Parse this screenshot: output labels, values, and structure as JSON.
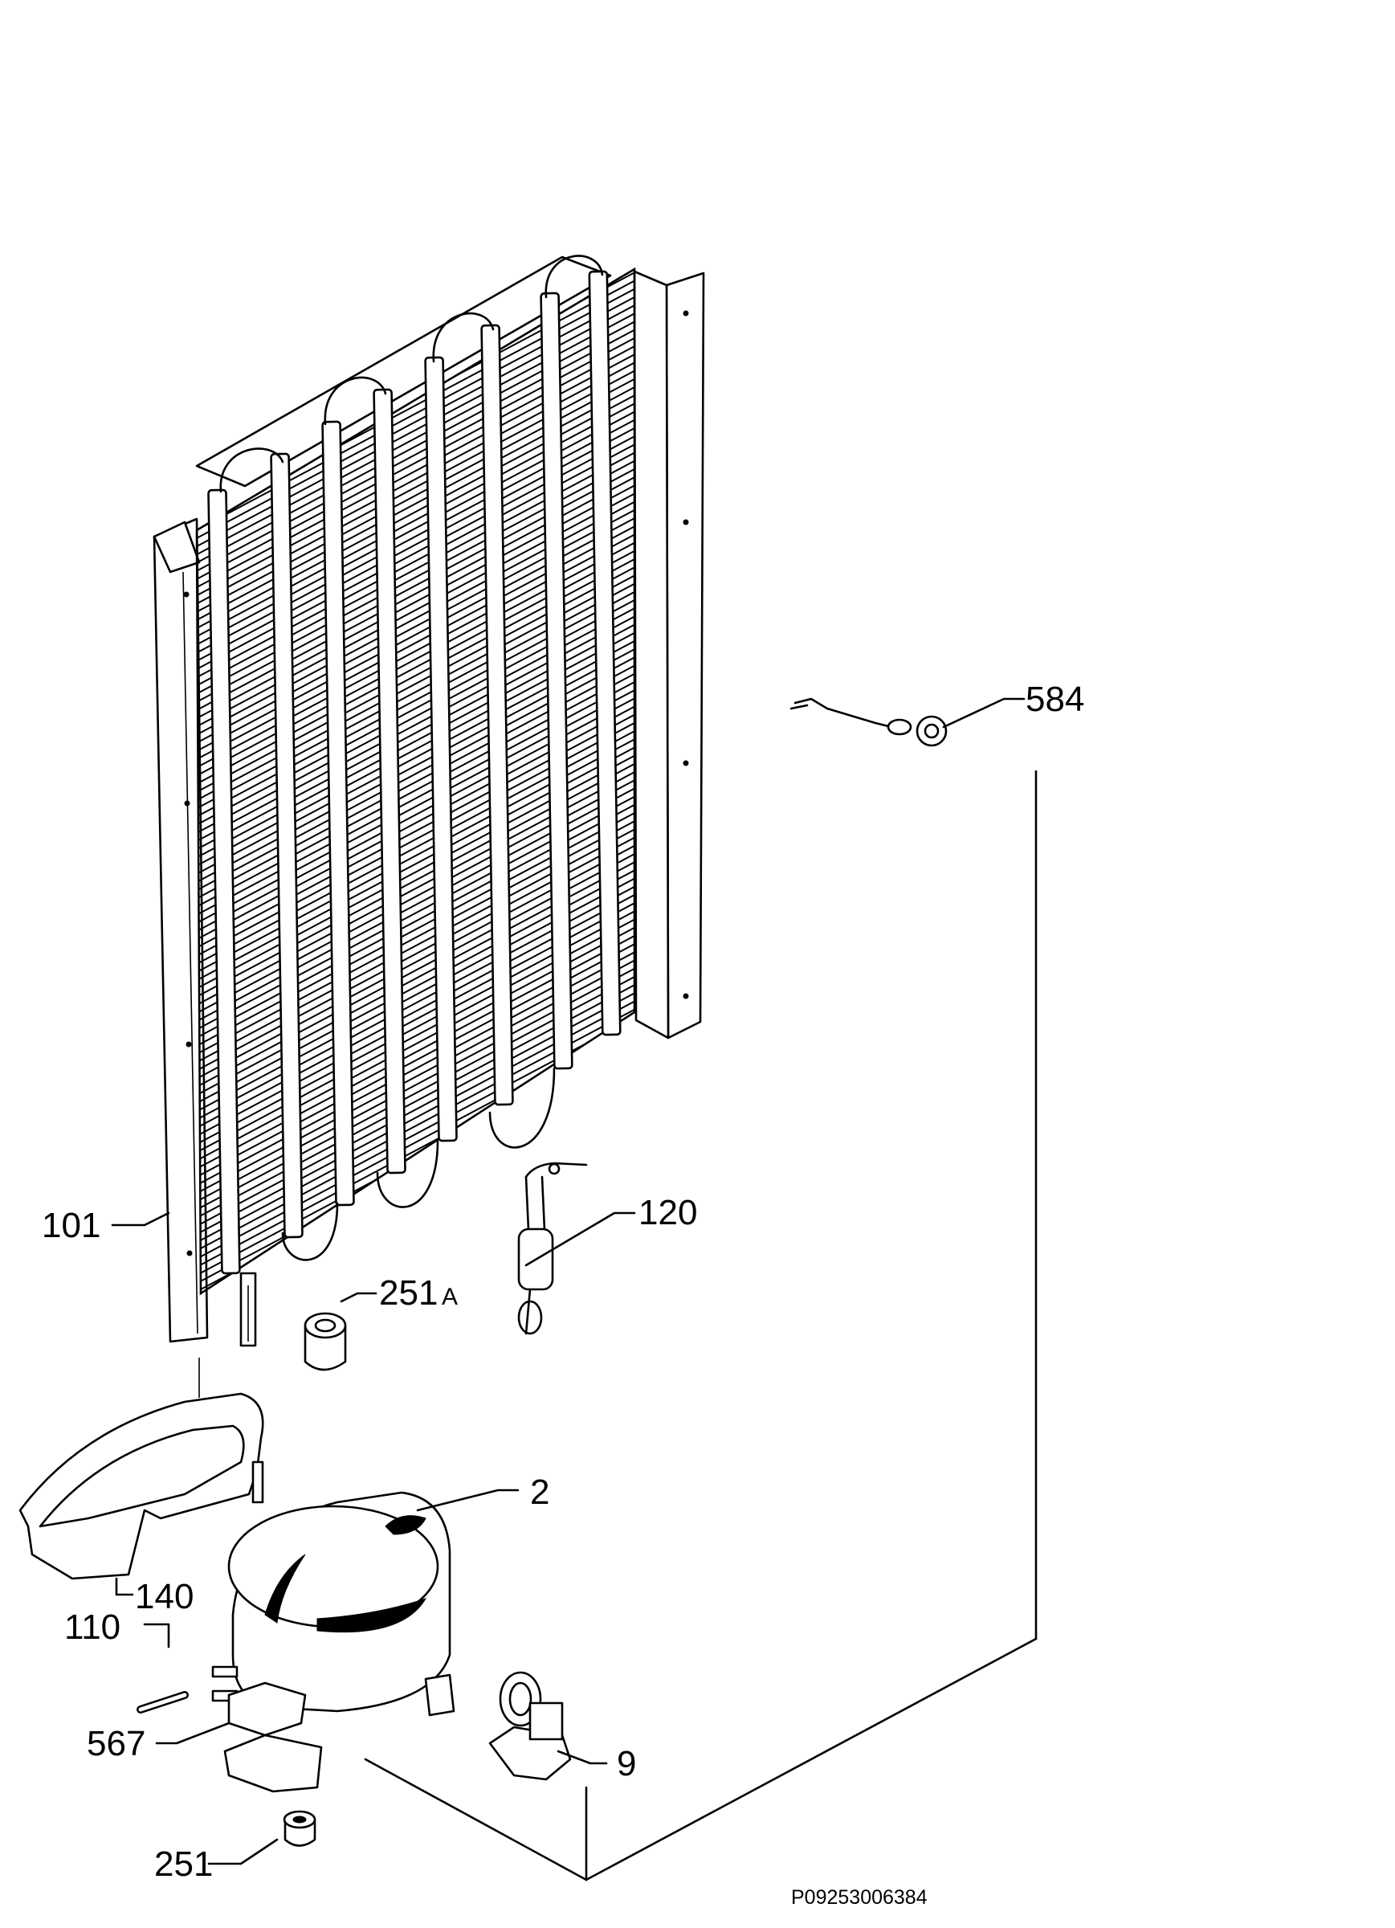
{
  "diagram": {
    "drawing_id": "P09253006384",
    "labels": {
      "p584": "584",
      "p101": "101",
      "p120": "120",
      "p251a_num": "251",
      "p251a_suffix": "A",
      "p2": "2",
      "p140": "140",
      "p110": "110",
      "p567": "567",
      "p9": "9",
      "p251": "251"
    }
  }
}
